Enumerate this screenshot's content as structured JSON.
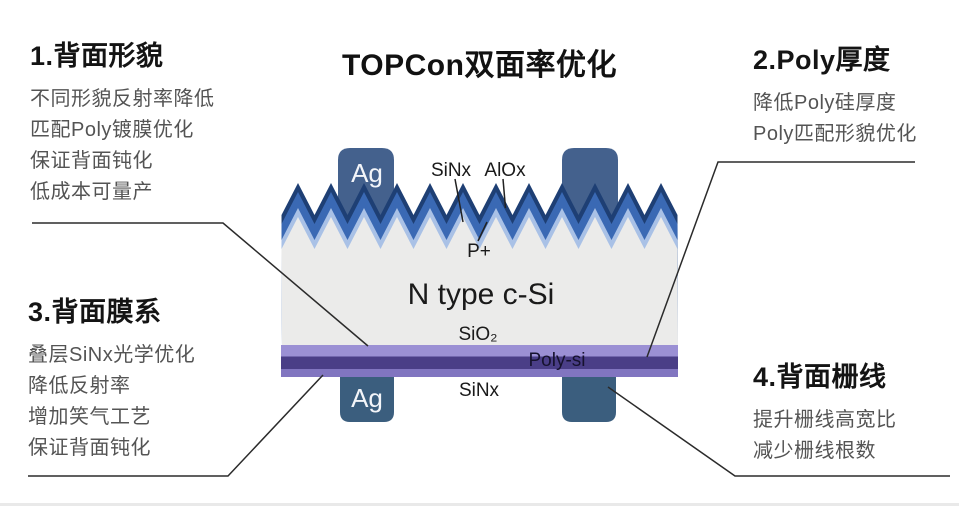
{
  "title": "TOPCon双面率优化",
  "sections": {
    "s1": {
      "heading": "1.背面形貌",
      "items": [
        "不同形貌反射率降低",
        "匹配Poly镀膜优化",
        "保证背面钝化",
        "低成本可量产"
      ]
    },
    "s2": {
      "heading": "2.Poly厚度",
      "items": [
        "降低Poly硅厚度",
        "Poly匹配形貌优化"
      ]
    },
    "s3": {
      "heading": "3.背面膜系",
      "items": [
        "叠层SiNx光学优化",
        "降低反射率",
        "增加笑气工艺",
        "保证背面钝化"
      ]
    },
    "s4": {
      "heading": "4.背面栅线",
      "items": [
        "提升栅线高宽比",
        "减少栅线根数"
      ]
    }
  },
  "diagram": {
    "labels": {
      "front_contact": "Ag",
      "rear_contact": "Ag",
      "sinx_front": "SiNx",
      "alox": "AlOx",
      "p_plus": "P+",
      "bulk": "N type c-Si",
      "sio2": "SiO₂",
      "poly": "Poly-si",
      "sinx_rear": "SiNx"
    },
    "colors": {
      "texture_navy": "#1e3f74",
      "texture_blue": "#3a69b4",
      "texture_light": "#a9c1e6",
      "wafer_gray": "#ebebea",
      "sio2_purple": "#9b90d4",
      "poly_purple": "#4a3e87",
      "sinx_purple": "#8175c0",
      "contact_front": "#44618d",
      "contact_rear": "#3b5e7e"
    }
  }
}
